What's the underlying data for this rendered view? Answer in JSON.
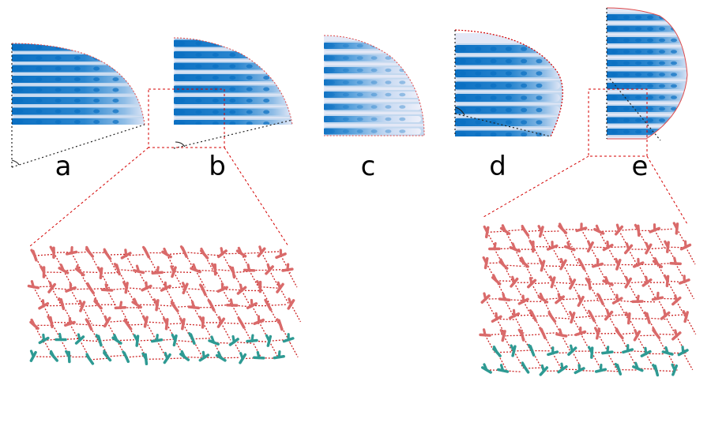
{
  "figure": {
    "panels": [
      {
        "label": "a"
      },
      {
        "label": "b"
      },
      {
        "label": "c"
      },
      {
        "label": "d"
      },
      {
        "label": "e"
      }
    ],
    "insets": [
      {
        "source_panel": "b",
        "structure": "hydrogen-bond-network"
      },
      {
        "source_panel": "e",
        "structure": "hydrogen-bond-network"
      }
    ],
    "colors": {
      "density_dark": "#0a6fc2",
      "density_mid": "#3d93d6",
      "density_light": "#a9cbea",
      "density_faint": "#e3e8f6",
      "boundary": "#e04a4a",
      "zoom_box": "#d40000",
      "upper_molecules": "#d96a6a",
      "lower_molecules": "#2e9a93",
      "hbond": "#cc2222",
      "angle_line": "#222222"
    }
  }
}
